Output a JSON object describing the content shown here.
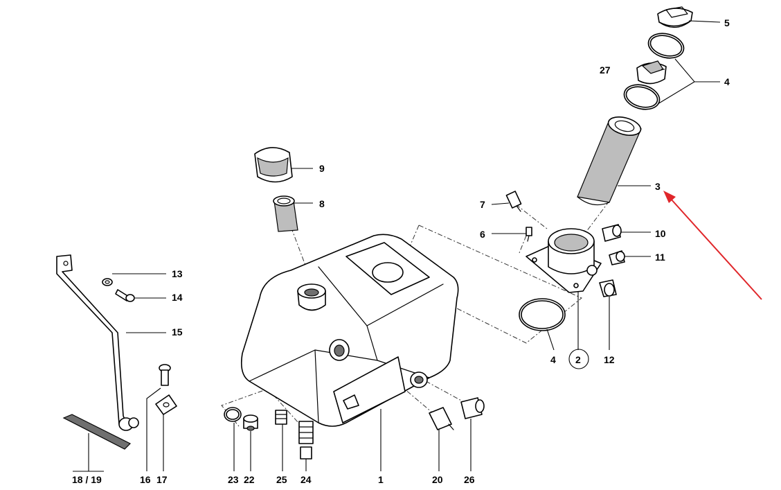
{
  "callouts": {
    "c5": "5",
    "c27": "27",
    "c4_top": "4",
    "c3": "3",
    "c9": "9",
    "c8": "8",
    "c7": "7",
    "c6": "6",
    "c10": "10",
    "c11": "11",
    "c4_bottom": "4",
    "c2": "2",
    "c12": "12",
    "c13": "13",
    "c14": "14",
    "c15": "15",
    "c16": "16",
    "c17": "17",
    "c18_19": "18 / 19",
    "c23": "23",
    "c22": "22",
    "c25": "25",
    "c24": "24",
    "c1": "1",
    "c20": "20",
    "c26": "26"
  },
  "highlight": {
    "target_part": "3",
    "arrow_color": "#e0262a"
  }
}
